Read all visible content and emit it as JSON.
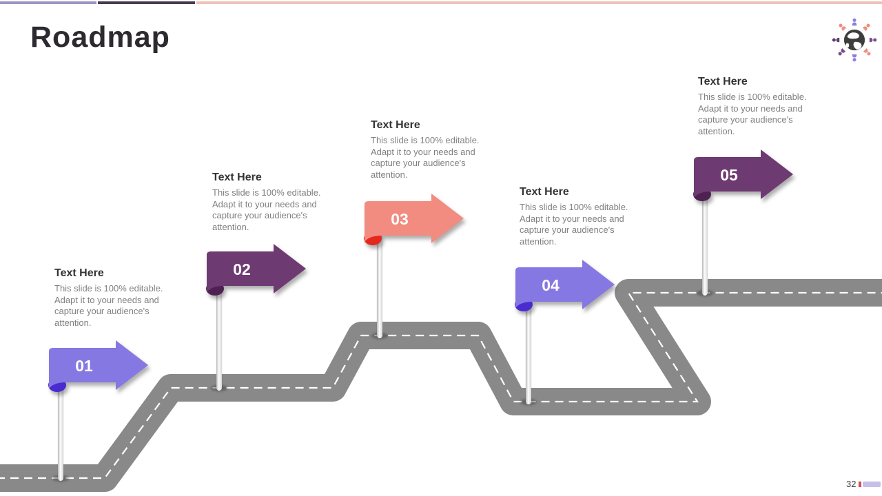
{
  "slide": {
    "title": "Roadmap",
    "page_number": "32"
  },
  "milestones": [
    {
      "number": "01",
      "heading": "Text Here",
      "description": "This slide is 100% editable. Adapt it to your needs and capture your audience's attention.",
      "flag_color": "#8678e2",
      "curl_color": "#4a2bd0"
    },
    {
      "number": "02",
      "heading": "Text Here",
      "description": "This slide is 100% editable. Adapt it to your needs and capture your audience's attention.",
      "flag_color": "#6e3a72",
      "curl_color": "#4f2153"
    },
    {
      "number": "03",
      "heading": "Text Here",
      "description": "This slide is 100% editable. Adapt it to your needs and capture your audience's attention.",
      "flag_color": "#f28b80",
      "curl_color": "#e5281e"
    },
    {
      "number": "04",
      "heading": "Text Here",
      "description": "This slide is 100% editable. Adapt it to your needs and capture your audience's attention.",
      "flag_color": "#8678e2",
      "curl_color": "#4a2bd0"
    },
    {
      "number": "05",
      "heading": "Text Here",
      "description": "This slide is 100% editable. Adapt it to your needs and capture your audience's attention.",
      "flag_color": "#6e3a72",
      "curl_color": "#4f2153"
    }
  ],
  "road": {
    "color": "#898989",
    "dash_color": "#ffffff"
  },
  "palette": {
    "top_bar_segments": [
      "#9c94c4",
      "#453a52",
      "#eec2b8"
    ],
    "footer_bars": [
      "#cf5050",
      "#c6bfe9"
    ],
    "title_color": "#2d2a2f",
    "heading_color": "#333333",
    "body_text_color": "#808080",
    "logo_person_colors": [
      "#8a7ce4",
      "#ef8d80",
      "#7b4a8c",
      "#5e3a6e"
    ],
    "logo_globe_color": "#3d3d3d"
  }
}
